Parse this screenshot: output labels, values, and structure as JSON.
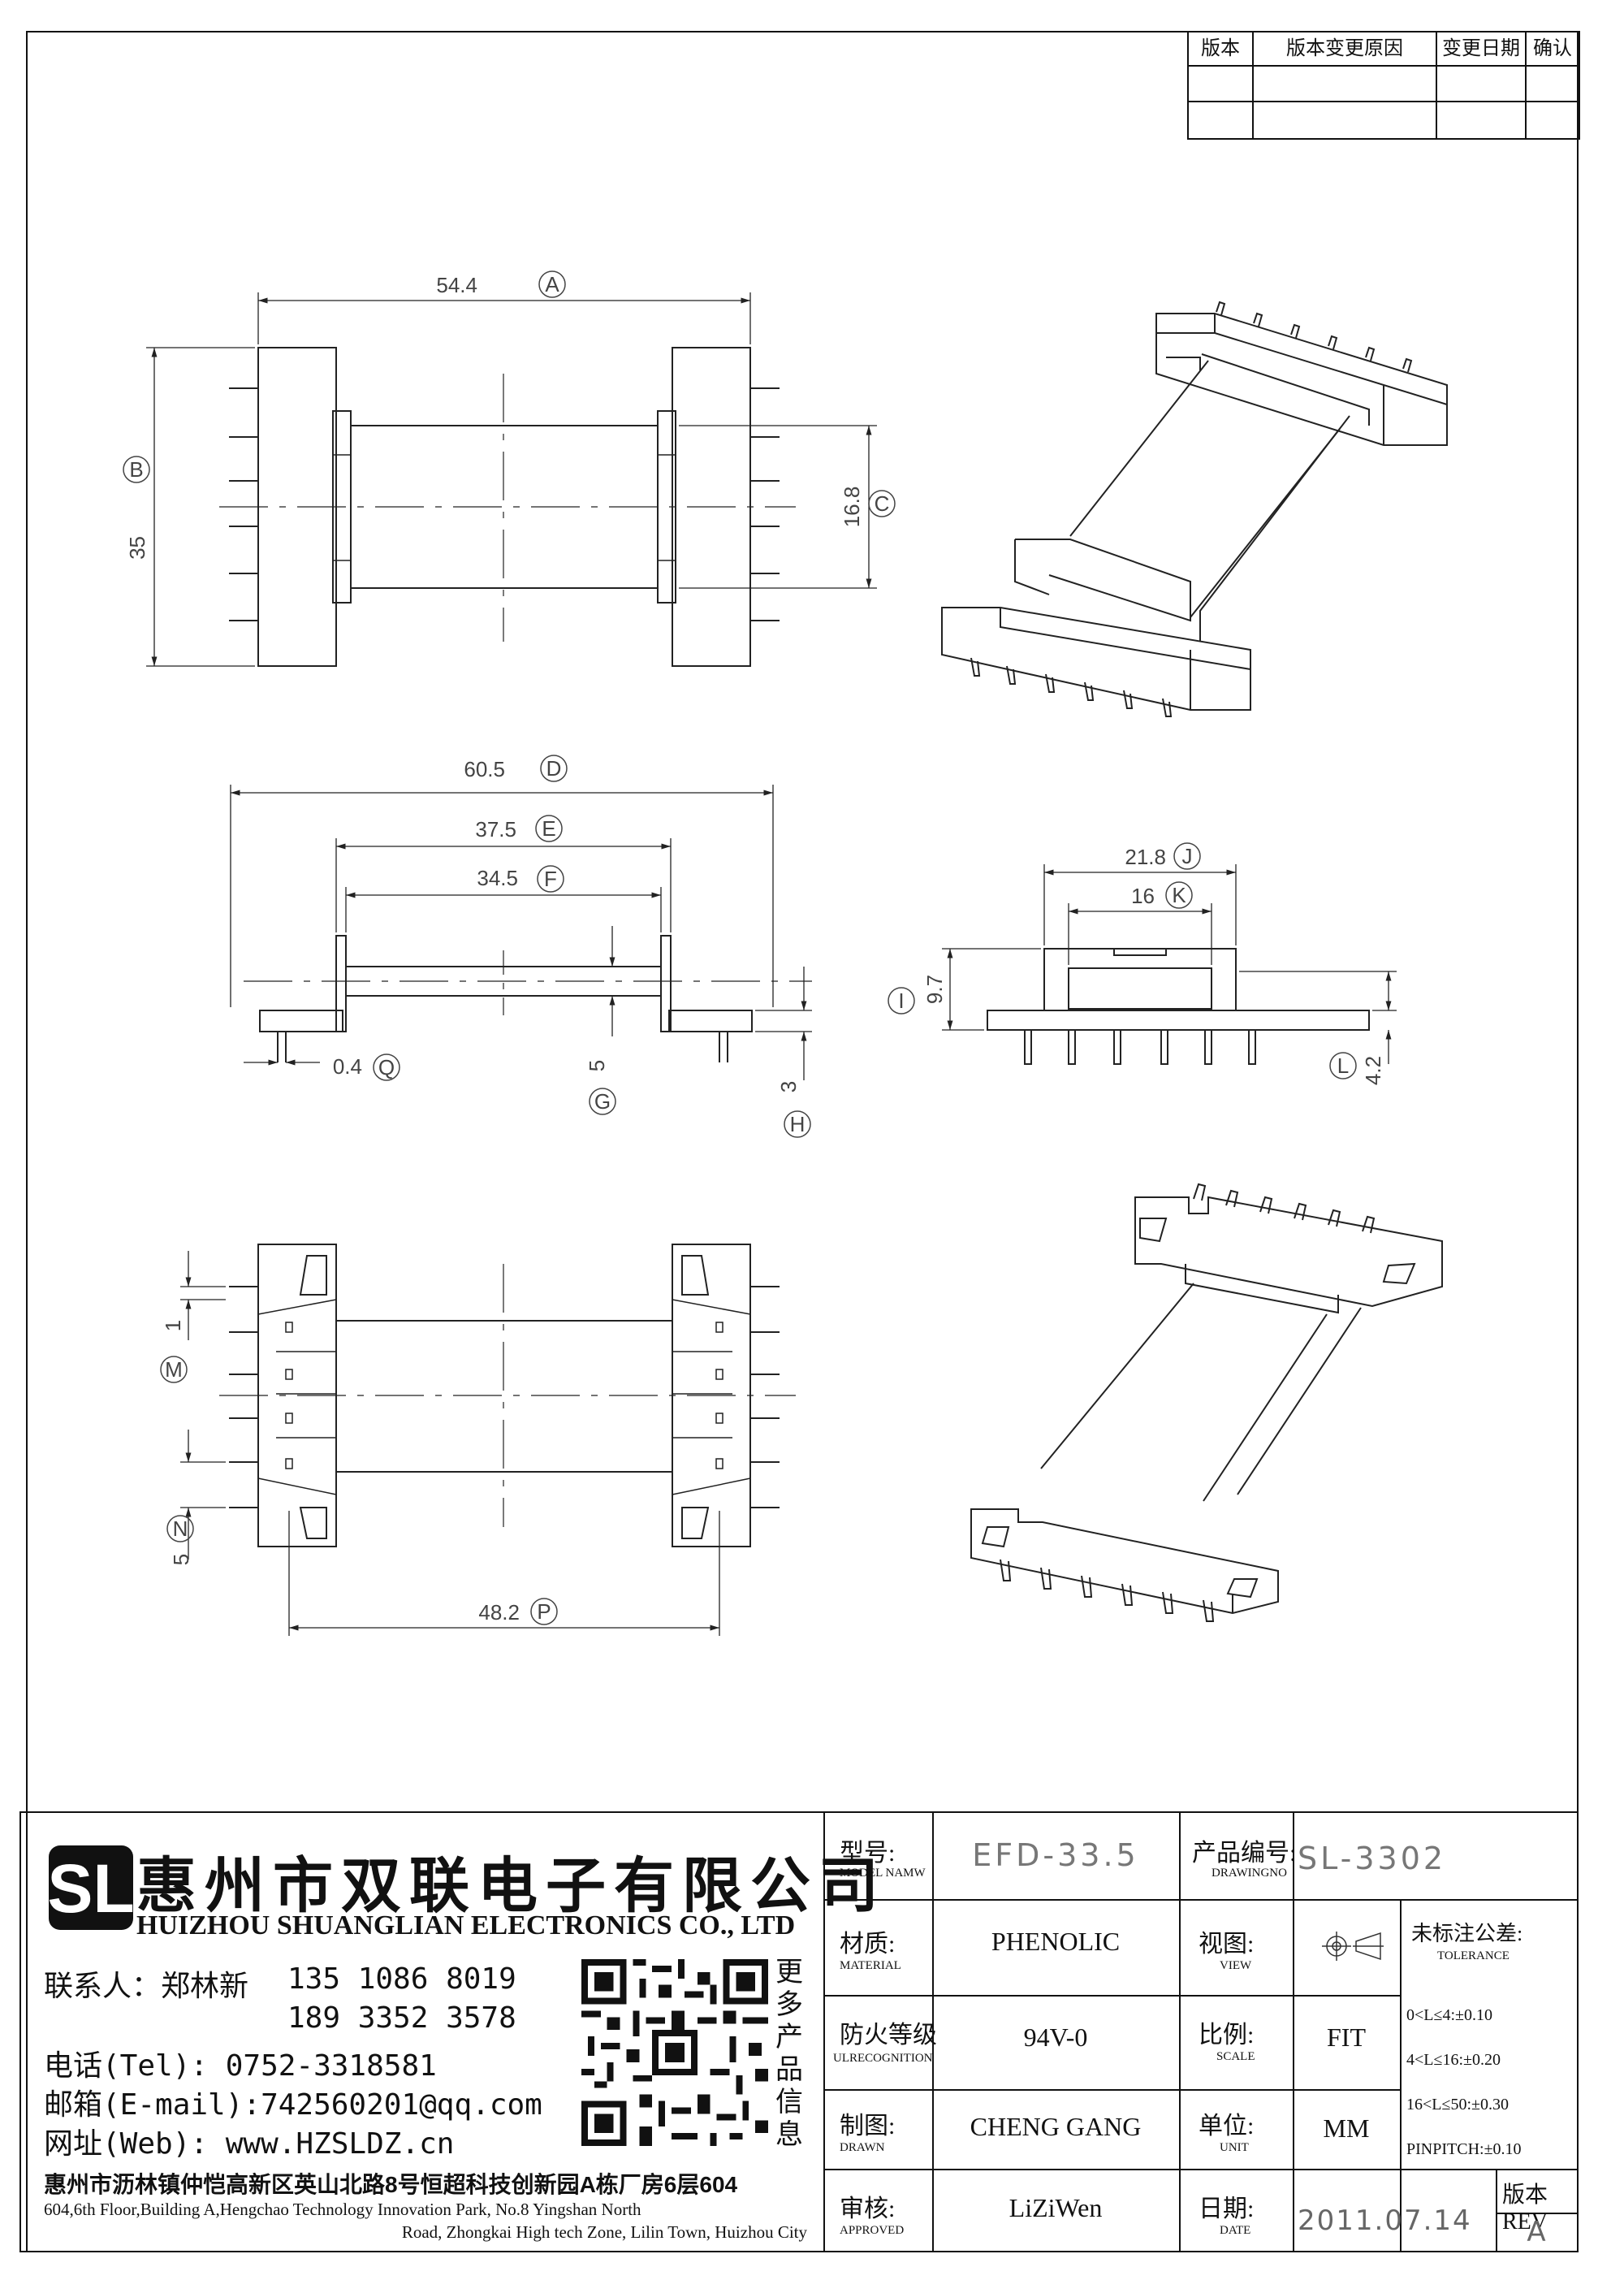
{
  "revision_table": {
    "headers": [
      "版本",
      "版本变更原因",
      "变更日期",
      "确认"
    ]
  },
  "dimensions": {
    "A": {
      "value": "54.4",
      "letter": "A"
    },
    "B": {
      "value": "35",
      "letter": "B"
    },
    "C": {
      "value": "16.8",
      "letter": "C"
    },
    "D": {
      "value": "60.5",
      "letter": "D"
    },
    "E": {
      "value": "37.5",
      "letter": "E"
    },
    "F": {
      "value": "34.5",
      "letter": "F"
    },
    "Q": {
      "value": "0.4",
      "letter": "Q"
    },
    "G": {
      "value": "5",
      "letter": "G"
    },
    "H": {
      "value": "3",
      "letter": "H"
    },
    "I": {
      "value": "9.7",
      "letter": "I"
    },
    "J": {
      "value": "21.8",
      "letter": "J"
    },
    "K": {
      "value": "16",
      "letter": "K"
    },
    "L": {
      "value": "4.2",
      "letter": "L"
    },
    "M": {
      "value": "1",
      "letter": "M"
    },
    "N": {
      "value": "5",
      "letter": "N"
    },
    "P": {
      "value": "48.2",
      "letter": "P"
    }
  },
  "company": {
    "logo_letters": "SL",
    "name_cn": "惠州市双联电子有限公司",
    "name_en": "HUIZHOU SHUANGLIAN ELECTRONICS CO., LTD",
    "contact_label": "联系人：郑林新",
    "phone1": "135 1086 8019",
    "phone2": "189 3352 3578",
    "tel": "电话(Tel): 0752-3318581",
    "email": "邮箱(E-mail):742560201@qq.com",
    "web": "网址(Web): www.HZSLDZ.cn",
    "qr_side_text": [
      "更",
      "多",
      "产",
      "品",
      "信",
      "息"
    ],
    "address_cn": "惠州市沥林镇仲恺高新区英山北路8号恒超科技创新园A栋厂房6层604",
    "address_en_1": "604,6th Floor,Building A,Hengchao Technology Innovation Park, No.8 Yingshan North",
    "address_en_2": "Road, Zhongkai High tech Zone, Lilin Town, Huizhou City"
  },
  "title_block": {
    "model_label_cn": "型号:",
    "model_label_en": "MODEL NAMW",
    "model_value": "EFD-33.5",
    "drawing_label_cn": "产品编号:",
    "drawing_label_en": "DRAWINGNO",
    "drawing_value": "SL-3302",
    "material_label_cn": "材质:",
    "material_label_en": "MATERIAL",
    "material_value": "PHENOLIC",
    "view_label_cn": "视图:",
    "view_label_en": "VIEW",
    "tolerance_label_cn": "未标注公差:",
    "tolerance_label_en": "TOLERANCE",
    "fire_label_cn": "防火等级",
    "fire_label_en": "ULRECOGNITION",
    "fire_value": "94V-0",
    "scale_label_cn": "比例:",
    "scale_label_en": "SCALE",
    "scale_value": "FIT",
    "tolerances": [
      "0<L≤4:±0.10",
      "4<L≤16:±0.20",
      "16<L≤50:±0.30",
      "PINPITCH:±0.10"
    ],
    "drawn_label_cn": "制图:",
    "drawn_label_en": "DRAWN",
    "drawn_value": "CHENG GANG",
    "unit_label_cn": "单位:",
    "unit_label_en": "UNIT",
    "unit_value": "MM",
    "approved_label_cn": "审核:",
    "approved_label_en": "APPROVED",
    "approved_value": "LiZiWen",
    "date_label_cn": "日期:",
    "date_label_en": "DATE",
    "date_value": "2011.07.14",
    "rev_label": "版本REV",
    "rev_value": "A"
  }
}
